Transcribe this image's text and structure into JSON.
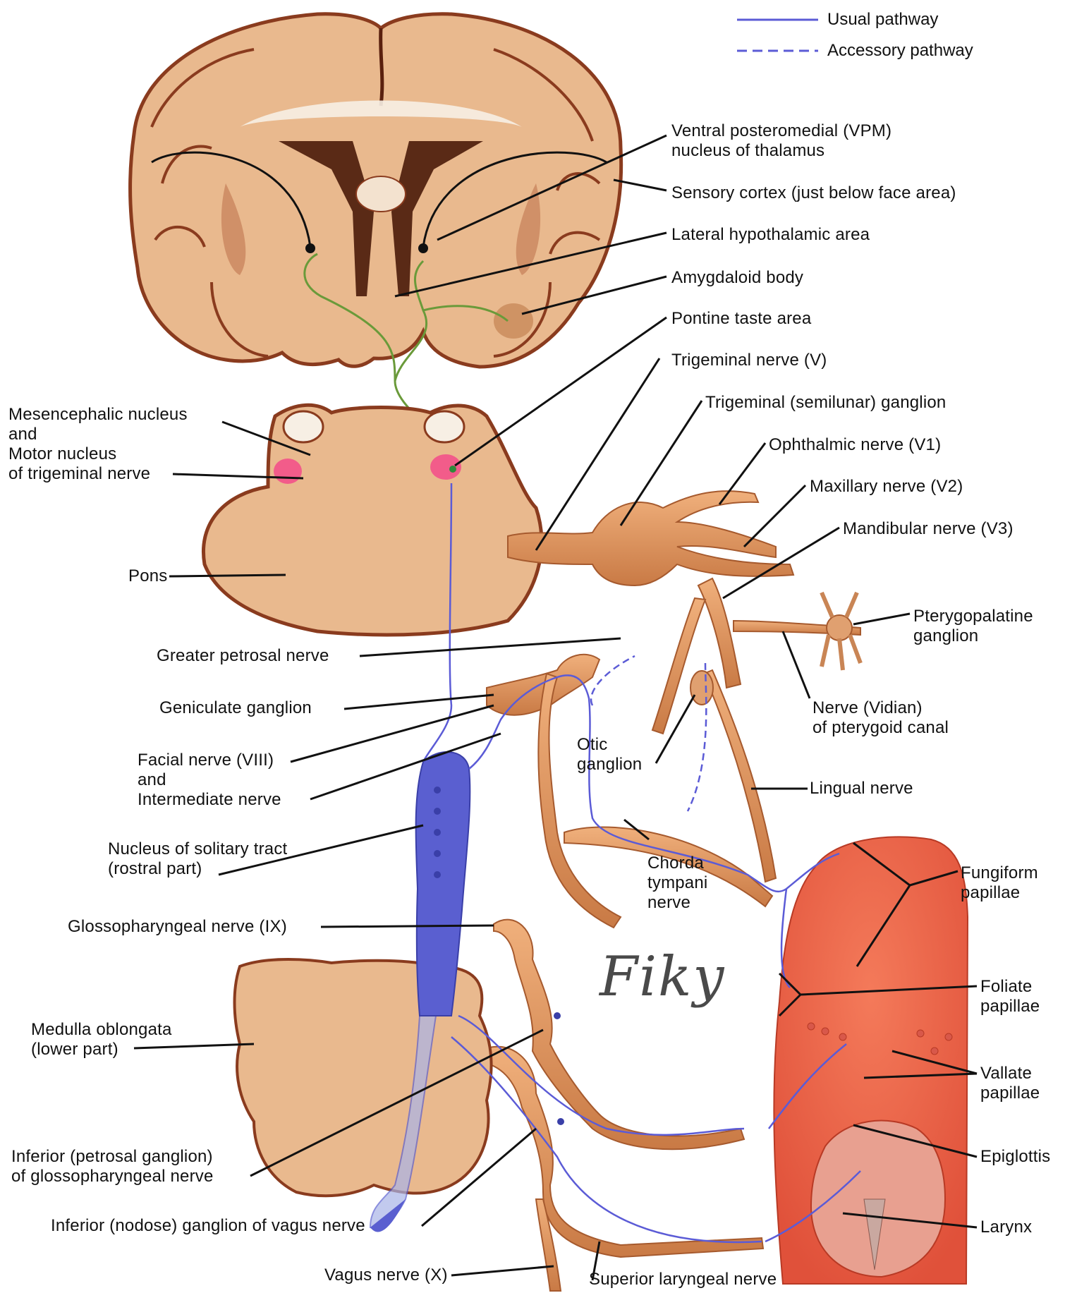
{
  "legend": {
    "usual": "Usual pathway",
    "accessory": "Accessory pathway",
    "usual_color": "#5b5bd6",
    "accessory_color": "#5b5bd6"
  },
  "labels": {
    "vpm": [
      "Ventral posteromedial (VPM)",
      "nucleus of thalamus"
    ],
    "sensory_cortex": "Sensory cortex (just below face area)",
    "lateral_hypothalamic": "Lateral hypothalamic area",
    "amygdaloid": "Amygdaloid body",
    "pontine_taste": "Pontine taste area",
    "trigeminal_nerve": "Trigeminal nerve (V)",
    "trigeminal_ganglion": "Trigeminal (semilunar) ganglion",
    "ophthalmic": "Ophthalmic nerve (V1)",
    "maxillary": "Maxillary nerve (V2)",
    "mandibular": "Mandibular nerve (V3)",
    "pterygopalatine": [
      "Pterygopalatine",
      "ganglion"
    ],
    "vidian": [
      "Nerve (Vidian)",
      "of pterygoid canal"
    ],
    "lingual": "Lingual nerve",
    "otic": [
      "Otic",
      "ganglion"
    ],
    "chorda": [
      "Chorda",
      "tympani",
      "nerve"
    ],
    "fungiform": [
      "Fungiform",
      "papillae"
    ],
    "foliate": [
      "Foliate",
      "papillae"
    ],
    "vallate": [
      "Vallate",
      "papillae"
    ],
    "epiglottis": "Epiglottis",
    "larynx": "Larynx",
    "mesencephalic": [
      "Mesencephalic nucleus",
      "and",
      "Motor nucleus",
      "of trigeminal nerve"
    ],
    "pons": "Pons",
    "greater_petrosal": "Greater petrosal nerve",
    "geniculate": "Geniculate ganglion",
    "facial": [
      "Facial nerve (VIII)",
      "and",
      "Intermediate nerve"
    ],
    "solitary": [
      "Nucleus of solitary tract",
      "(rostral part)"
    ],
    "glossopharyngeal": "Glossopharyngeal nerve (IX)",
    "medulla": [
      "Medulla oblongata",
      "(lower part)"
    ],
    "inferior_petrosal": [
      "Inferior (petrosal ganglion)",
      "of glossopharyngeal nerve"
    ],
    "nodose": "Inferior (nodose) ganglion of vagus nerve",
    "vagus": "Vagus nerve (X)",
    "superior_laryngeal": "Superior laryngeal nerve"
  },
  "signature": "Fiky",
  "colors": {
    "brain_tissue": "#e9b98e",
    "brain_outline": "#8a3b1e",
    "nerve": "#d9935a",
    "tongue": "#ee6a4a",
    "solitary_nucleus": "#5a5fd0",
    "taste_pathway_green": "#6a9a3a",
    "nucleus_pink": "#f25c8a"
  }
}
